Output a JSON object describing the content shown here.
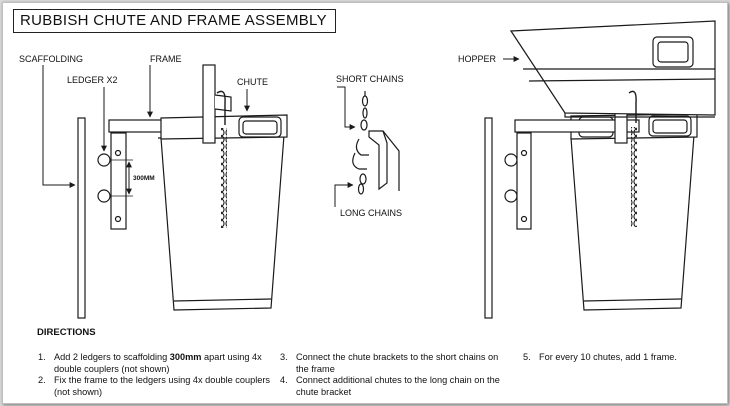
{
  "title": "RUBBISH CHUTE AND FRAME ASSEMBLY",
  "labels": {
    "scaffolding": "SCAFFOLDING",
    "ledger": "LEDGER X2",
    "frame": "FRAME",
    "chute": "CHUTE",
    "spacing": "300MM",
    "short_chains": "SHORT CHAINS",
    "long_chains": "LONG CHAINS",
    "hopper": "HOPPER"
  },
  "directions": {
    "heading": "DIRECTIONS",
    "steps": [
      {
        "number": "1.",
        "text_before": "Add 2 ledgers to scaffolding ",
        "bold": "300mm",
        "text_after": " apart using  4x double couplers (not shown)"
      },
      {
        "number": "2.",
        "text": "Fix the frame to the ledgers using 4x double couplers (not shown)"
      },
      {
        "number": "3.",
        "text": "Connect the chute brackets to the short chains on the frame"
      },
      {
        "number": "4.",
        "text": "Connect additional chutes to the long  chain on the chute bracket"
      },
      {
        "number": "5.",
        "text": "For every 10 chutes, add 1 frame."
      }
    ]
  },
  "colors": {
    "line": "#1a1a1a",
    "background": "#ffffff",
    "surround": "#d9d9d9"
  }
}
